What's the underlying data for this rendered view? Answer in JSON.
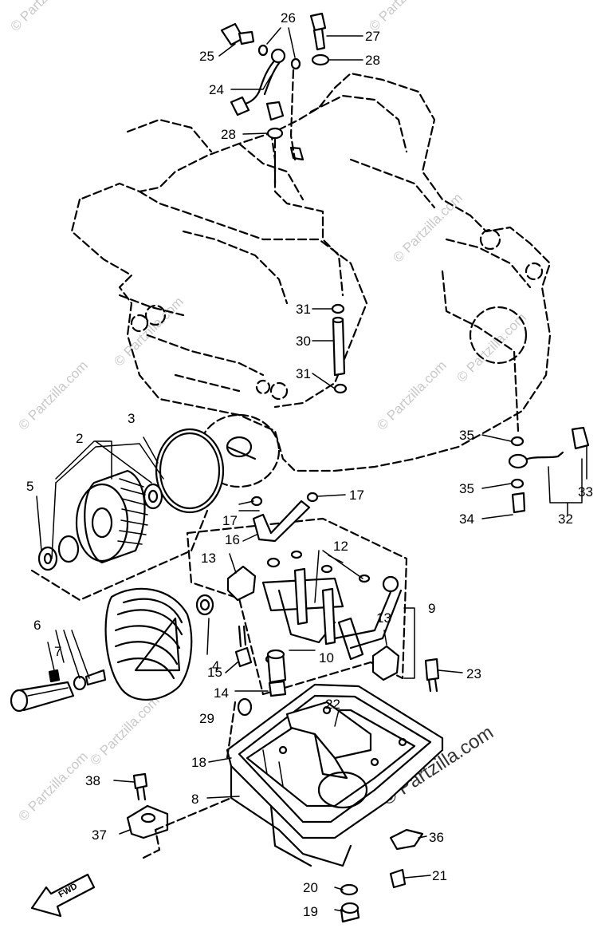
{
  "watermark": {
    "text": "© Partzilla.com",
    "big_text": "Partzilla.com"
  },
  "fwd_label": "FWD",
  "callouts": [
    {
      "id": "c1",
      "label": "2"
    },
    {
      "id": "c2",
      "label": "3"
    },
    {
      "id": "c3",
      "label": "4"
    },
    {
      "id": "c4",
      "label": "5"
    },
    {
      "id": "c5",
      "label": "6"
    },
    {
      "id": "c6",
      "label": "7"
    },
    {
      "id": "c7",
      "label": "8"
    },
    {
      "id": "c8",
      "label": "9"
    },
    {
      "id": "c9",
      "label": "10"
    },
    {
      "id": "c10",
      "label": "12"
    },
    {
      "id": "c11",
      "label": "13"
    },
    {
      "id": "c12",
      "label": "13"
    },
    {
      "id": "c13",
      "label": "14"
    },
    {
      "id": "c14",
      "label": "15"
    },
    {
      "id": "c15",
      "label": "16"
    },
    {
      "id": "c16",
      "label": "17"
    },
    {
      "id": "c17",
      "label": "17"
    },
    {
      "id": "c18",
      "label": "18"
    },
    {
      "id": "c19",
      "label": "19"
    },
    {
      "id": "c20",
      "label": "20"
    },
    {
      "id": "c21",
      "label": "21"
    },
    {
      "id": "c22",
      "label": "22"
    },
    {
      "id": "c23",
      "label": "23"
    },
    {
      "id": "c24",
      "label": "24"
    },
    {
      "id": "c25",
      "label": "25"
    },
    {
      "id": "c26",
      "label": "26"
    },
    {
      "id": "c27",
      "label": "27"
    },
    {
      "id": "c28",
      "label": "28"
    },
    {
      "id": "c29",
      "label": "28"
    },
    {
      "id": "c30",
      "label": "29"
    },
    {
      "id": "c31",
      "label": "30"
    },
    {
      "id": "c32",
      "label": "31"
    },
    {
      "id": "c33",
      "label": "31"
    },
    {
      "id": "c34",
      "label": "32"
    },
    {
      "id": "c35",
      "label": "33"
    },
    {
      "id": "c36",
      "label": "34"
    },
    {
      "id": "c37",
      "label": "35"
    },
    {
      "id": "c38",
      "label": "35"
    },
    {
      "id": "c39",
      "label": "36"
    },
    {
      "id": "c40",
      "label": "37"
    },
    {
      "id": "c41",
      "label": "38"
    }
  ]
}
